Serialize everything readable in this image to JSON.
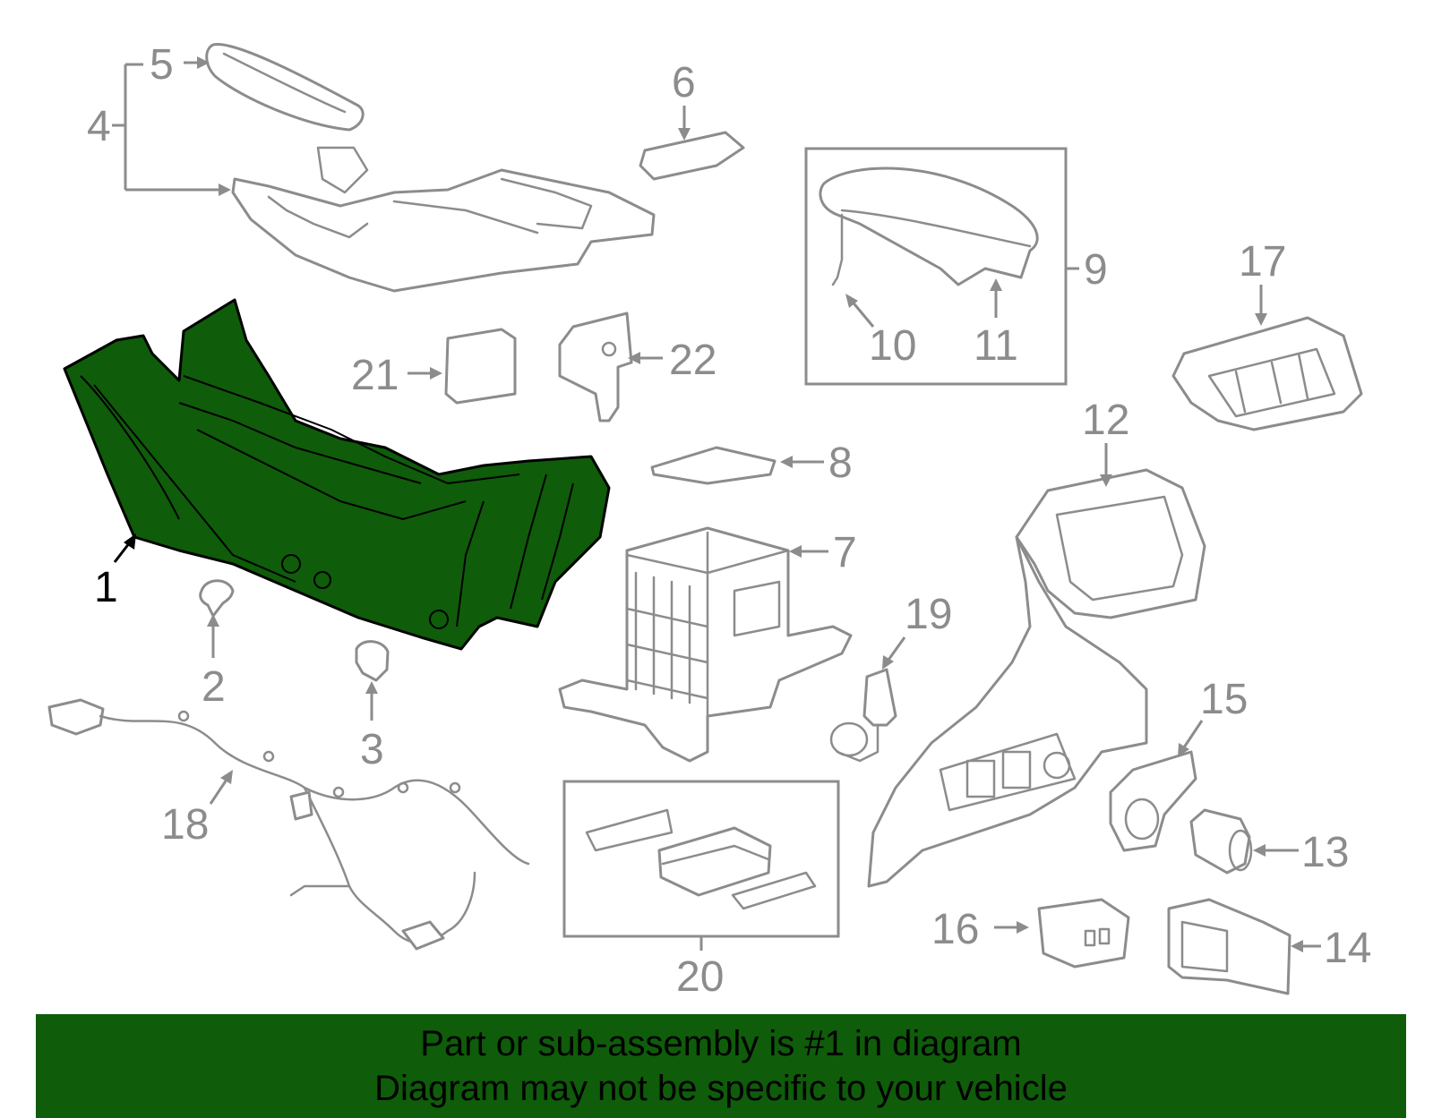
{
  "diagram": {
    "highlighted_part": "1",
    "highlight_color": "#0f5c0a",
    "line_color": "#8c8c8c",
    "callouts": {
      "c1": "1",
      "c2": "2",
      "c3": "3",
      "c4": "4",
      "c5": "5",
      "c6": "6",
      "c7": "7",
      "c8": "8",
      "c9": "9",
      "c10": "10",
      "c11": "11",
      "c12": "12",
      "c13": "13",
      "c14": "14",
      "c15": "15",
      "c16": "16",
      "c17": "17",
      "c18": "18",
      "c19": "19",
      "c20": "20",
      "c21": "21",
      "c22": "22"
    }
  },
  "banner": {
    "line1": "Part or sub-assembly is #1 in diagram",
    "line2": "Diagram may not be specific to your vehicle",
    "background": "#0f5c0a"
  }
}
